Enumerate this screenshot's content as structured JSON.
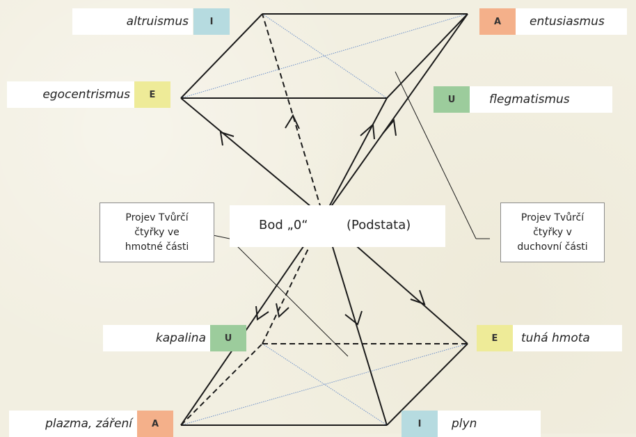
{
  "labels": {
    "altruismus": "altruismus",
    "entusiasmus": "entusiasmus",
    "egocentrismus": "egocentrismus",
    "flegmatismus": "flegmatismus",
    "kapalina": "kapalina",
    "tuha_hmota": "tuhá hmota",
    "plazma": "plazma, záření",
    "plyn": "plyn"
  },
  "tags": {
    "altruismus": "I",
    "entusiasmus": "A",
    "egocentrismus": "E",
    "flegmatismus": "U",
    "kapalina": "U",
    "tuha_hmota": "E",
    "plazma": "A",
    "plyn": "I"
  },
  "center": {
    "bod": "Bod „0“",
    "podstata": "(Podstata)"
  },
  "notes": {
    "left": [
      "Projev Tvůrčí",
      "čtyřky ve",
      "hmotné části"
    ],
    "right": [
      "Projev Tvůrčí",
      "čtyřky v",
      "duchovní části"
    ]
  },
  "colors": {
    "I": "#b6dbe0",
    "A": "#f4b08a",
    "E": "#eeeb98",
    "U": "#9ccc9c",
    "line": "#1a1a1a",
    "diagonal": "#6b8fc9"
  }
}
